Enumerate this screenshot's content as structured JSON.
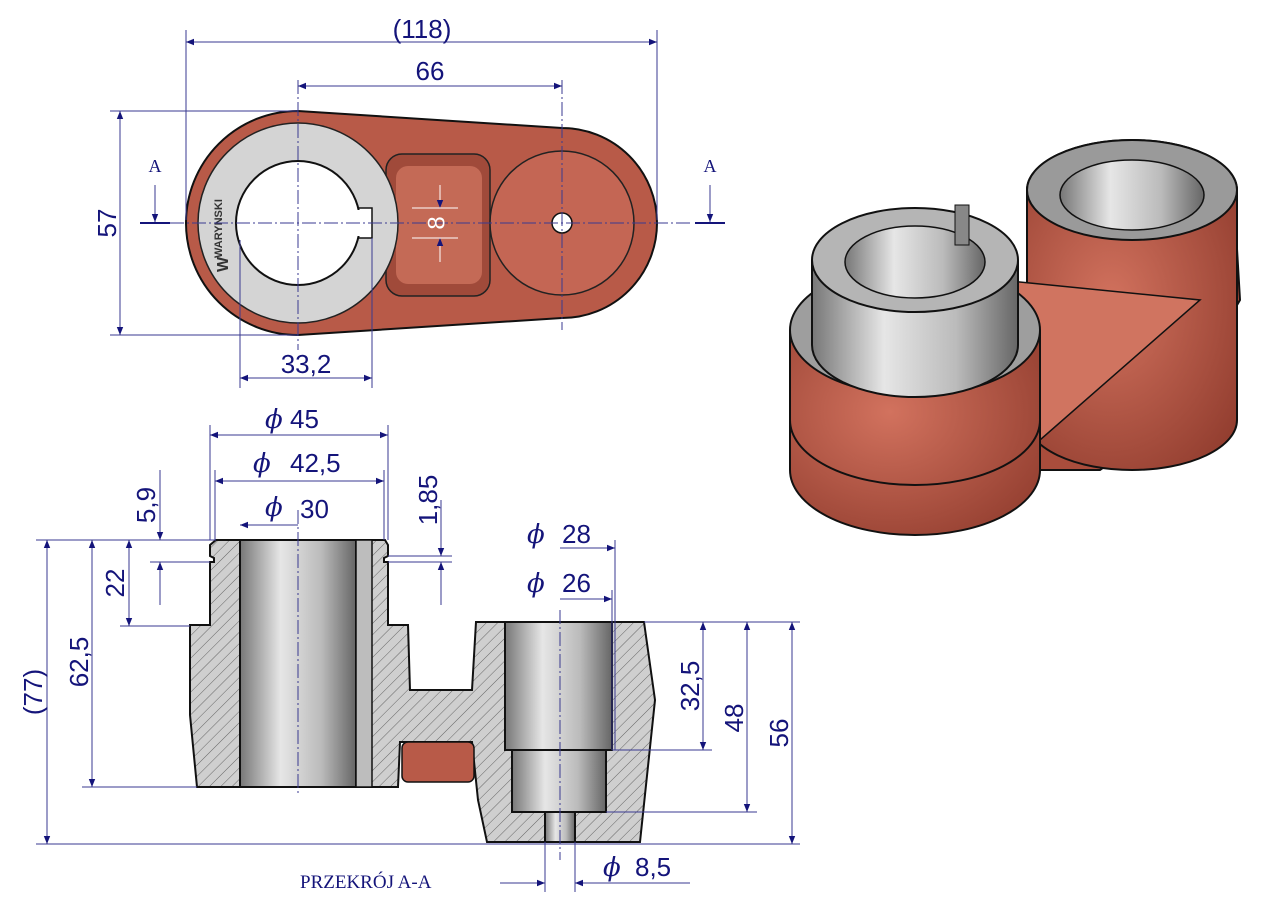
{
  "top_view": {
    "dims": {
      "overall_length": "(118)",
      "center_distance": "66",
      "height": "57",
      "keyway_width": "33,2",
      "slot_width": "8"
    },
    "section_marker_left": "A",
    "section_marker_right": "A",
    "logo_text": "WARYNSKI"
  },
  "section_view": {
    "title": "PRZEKRÓJ A-A",
    "diameter_symbol": "ϕ",
    "dims": {
      "d45": "45",
      "d42_5": "42,5",
      "d30": "30",
      "d28": "28",
      "d26": "26",
      "d8_5": "8,5",
      "h5_9": "5,9",
      "h22": "22",
      "h62_5": "62,5",
      "h77": "(77)",
      "h1_85": "1,85",
      "h32_5": "32,5",
      "h48": "48",
      "h56": "56"
    }
  },
  "colors": {
    "part_red": "#b85a48",
    "dimension_blue": "#14147a",
    "bushing_gray": "#c8c8c8"
  }
}
